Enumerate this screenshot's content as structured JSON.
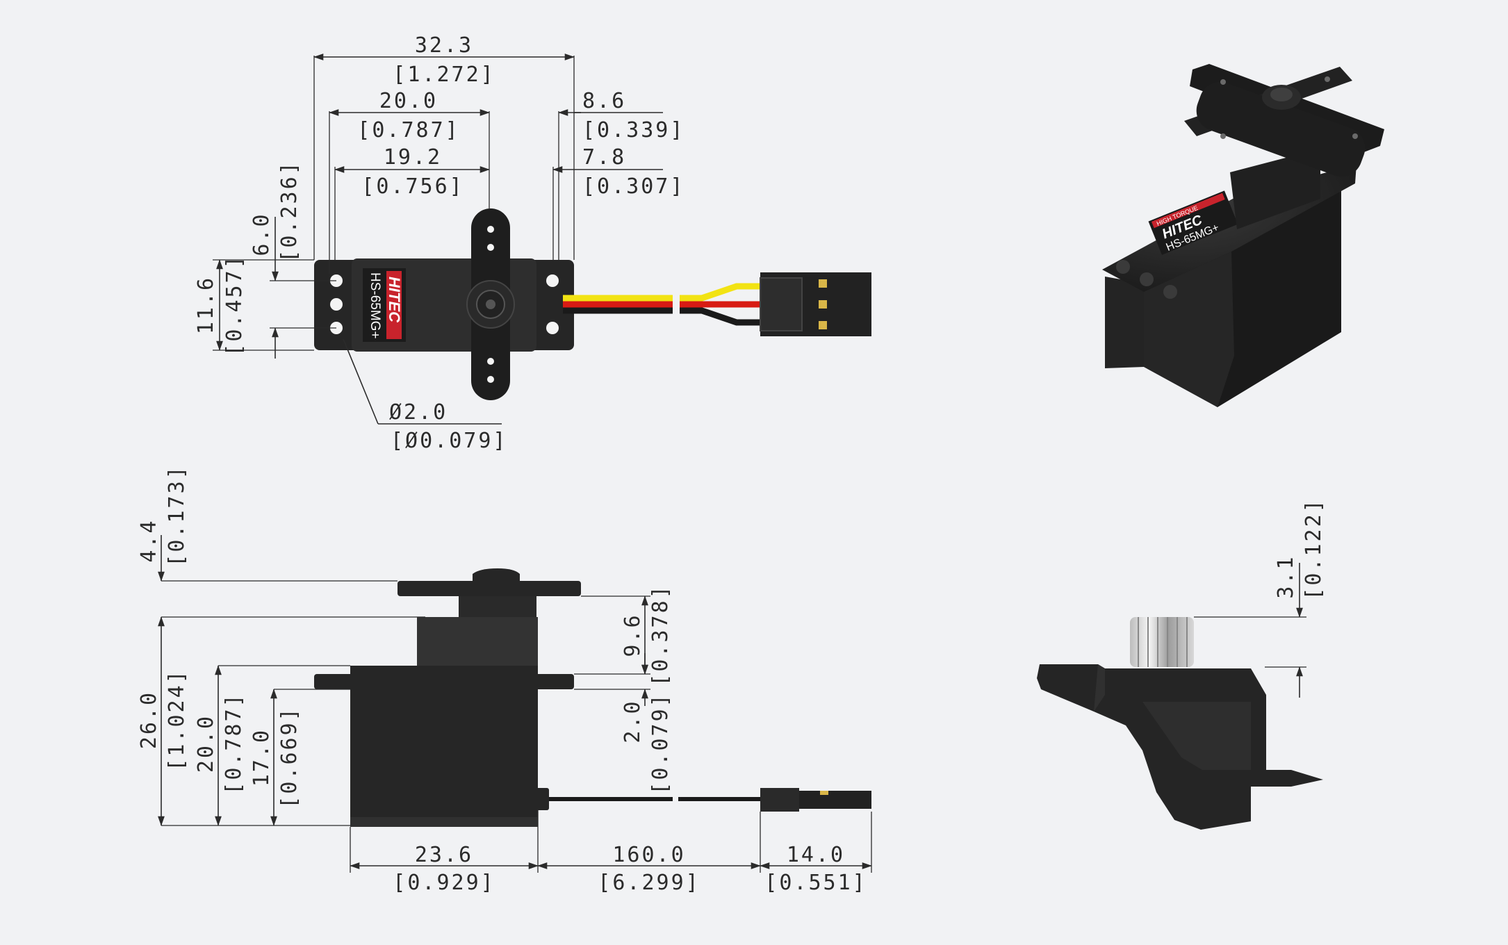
{
  "colors": {
    "background": "#f1f2f4",
    "servo_body": "#262626",
    "wire_signal": "#f2e313",
    "wire_power": "#d81b14",
    "wire_ground": "#1a1a1a",
    "label_red": "#c8232c",
    "pins": "#d9b648"
  },
  "label": {
    "brand": "HITEC",
    "model": "HS-65MG+",
    "banner": "HIGH TORQUE"
  },
  "top_view": {
    "overall_length": {
      "mm": "32.3",
      "in": "[1.272]"
    },
    "hole_span": {
      "mm": "20.0",
      "in": "[0.787]"
    },
    "case_length": {
      "mm": "19.2",
      "in": "[0.756]"
    },
    "flange_to_shaft": {
      "mm": "8.6",
      "in": "[0.339]"
    },
    "case_to_shaft": {
      "mm": "7.8",
      "in": "[0.307]"
    },
    "hole_pitch": {
      "mm": "6.0",
      "in": "[0.236]"
    },
    "width": {
      "mm": "11.6",
      "in": "[0.457]"
    },
    "hole_diameter": {
      "mm": "Ø2.0",
      "in": "[Ø0.079]"
    }
  },
  "side_view": {
    "horn_height": {
      "mm": "4.4",
      "in": "[0.173]"
    },
    "total_height": {
      "mm": "26.0",
      "in": "[1.024]"
    },
    "flange_height": {
      "mm": "20.0",
      "in": "[0.787]"
    },
    "case_height": {
      "mm": "17.0",
      "in": "[0.669]"
    },
    "top_section": {
      "mm": "9.6",
      "in": "[0.378]"
    },
    "flange_thickness": {
      "mm": "2.0",
      "in": "[0.079]"
    },
    "case_width": {
      "mm": "23.6",
      "in": "[0.929]"
    },
    "lead_length": {
      "mm": "160.0",
      "in": "[6.299]"
    },
    "connector_length": {
      "mm": "14.0",
      "in": "[0.551]"
    }
  },
  "spline_view": {
    "spline_height": {
      "mm": "3.1",
      "in": "[0.122]"
    }
  }
}
